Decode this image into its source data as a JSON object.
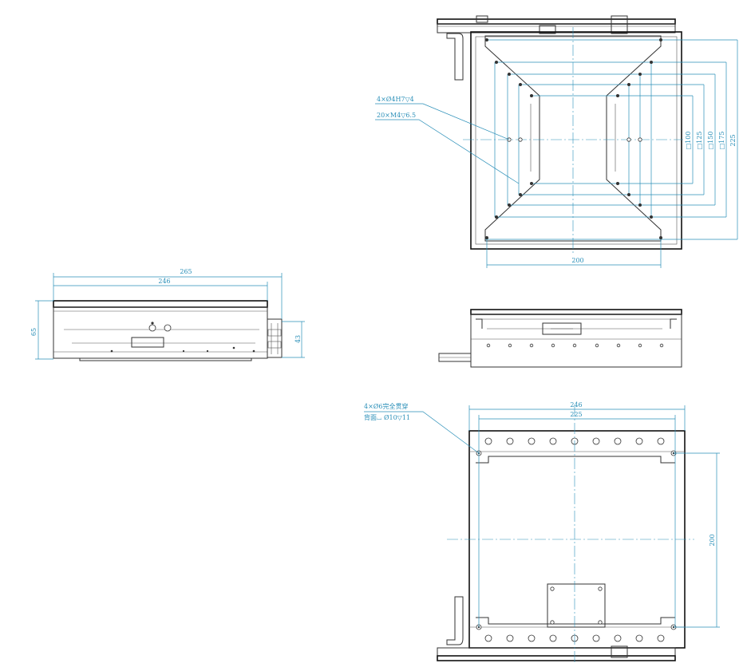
{
  "drawing": {
    "colors": {
      "dimension": "#2a8fb8",
      "part_outline": "#333333"
    },
    "side_view": {
      "dims": {
        "overall_width": "265",
        "body_width": "246",
        "total_height": "65",
        "body_height": "43"
      }
    },
    "top_view": {
      "callouts": {
        "dowel_holes": "4×Ø4H7▽4",
        "tapped_holes": "20×M4▽6.5"
      },
      "dims": {
        "sq_100": "□100",
        "sq_125": "□125",
        "sq_150": "□150",
        "sq_175": "□175",
        "h_225": "225",
        "w_200": "200"
      }
    },
    "bottom_view": {
      "callouts": {
        "through_holes": "4×Ø6完全贯穿",
        "counterbore": "背面⌴ Ø10▽11"
      },
      "dims": {
        "w_246": "246",
        "w_225": "225",
        "h_200": "200"
      }
    }
  }
}
